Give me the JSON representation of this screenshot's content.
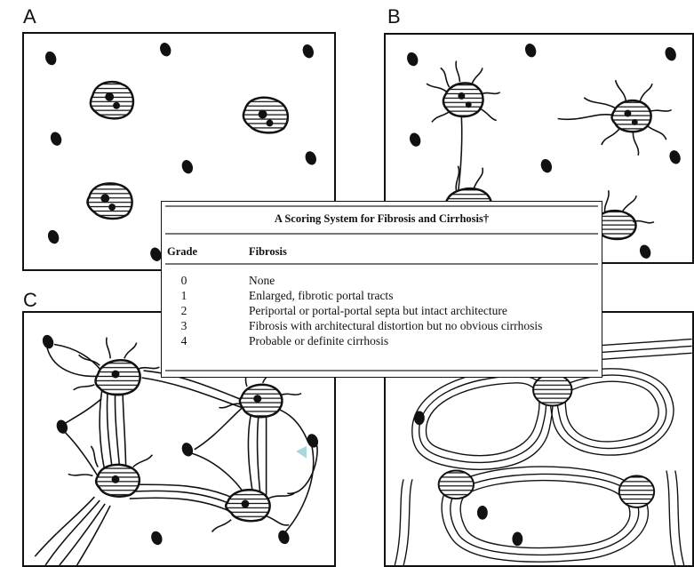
{
  "panels": {
    "a": {
      "label": "A"
    },
    "b": {
      "label": "B"
    },
    "c": {
      "label": "C"
    },
    "d": {
      "label": ""
    }
  },
  "table": {
    "title": "A Scoring System for Fibrosis and Cirrhosis†",
    "columns": {
      "grade": "Grade",
      "fibrosis": "Fibrosis"
    },
    "rows": [
      {
        "grade": "0",
        "fibrosis": "None"
      },
      {
        "grade": "1",
        "fibrosis": "Enlarged, fibrotic portal tracts"
      },
      {
        "grade": "2",
        "fibrosis": "Periportal or portal-portal septa but intact architecture"
      },
      {
        "grade": "3",
        "fibrosis": "Fibrosis with architectural distortion but no obvious cirrhosis"
      },
      {
        "grade": "4",
        "fibrosis": "Probable or definite cirrhosis"
      }
    ]
  },
  "colors": {
    "ink": "#111111",
    "cursor": "#a8d8dc"
  }
}
